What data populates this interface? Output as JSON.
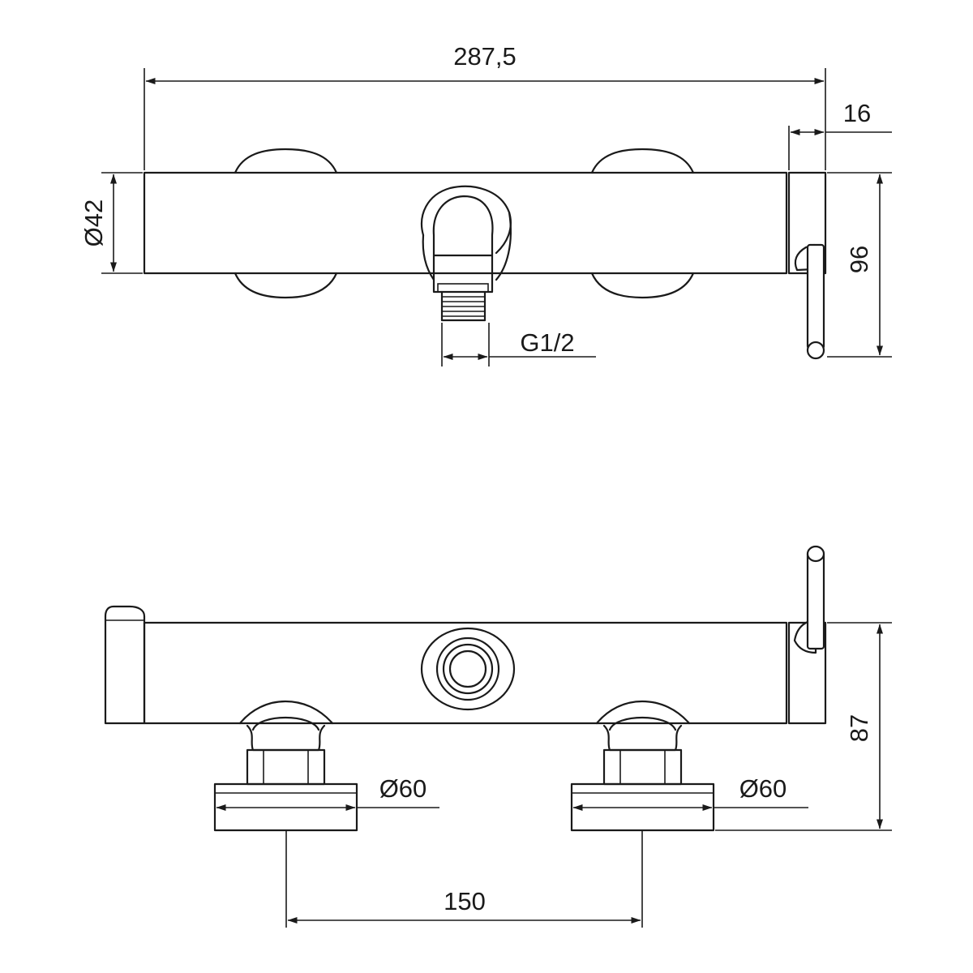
{
  "colors": {
    "ink": "#1a1a1a",
    "background": "#ffffff"
  },
  "top_view": {
    "overall_length": "287,5",
    "handle_offset": "16",
    "body_diameter": "Ø42",
    "total_height": "96",
    "outlet_thread": "G1/2"
  },
  "front_view": {
    "left_flange_diameter": "Ø60",
    "right_flange_diameter": "Ø60",
    "inlet_spacing": "150",
    "total_depth": "87"
  }
}
